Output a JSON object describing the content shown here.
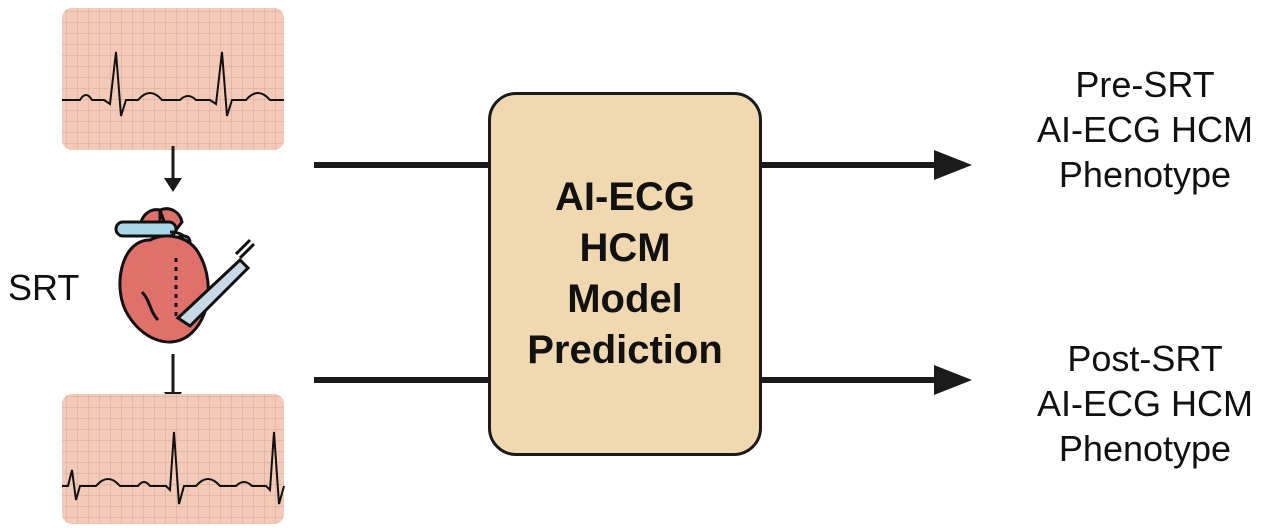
{
  "colors": {
    "ecg_paper": "#f3c9b7",
    "ecg_grid": "#b98d7c",
    "ecg_trace": "#111111",
    "model_box_fill": "#f0d8b0",
    "arrow": "#1a1a1a",
    "heart_red": "#e0706a",
    "heart_vessel_blue": "#a8d8e8"
  },
  "srt_label": "SRT",
  "model": {
    "lines": [
      "AI-ECG",
      "HCM",
      "Model",
      "Prediction"
    ]
  },
  "outputs": {
    "pre": [
      "Pre-SRT",
      "AI-ECG HCM",
      "Phenotype"
    ],
    "post": [
      "Post-SRT",
      "AI-ECG HCM",
      "Phenotype"
    ]
  },
  "icons": {
    "heart": "heart-with-scalpel-icon",
    "ecg_top": "ecg-strip-icon",
    "ecg_bottom": "ecg-strip-icon"
  }
}
